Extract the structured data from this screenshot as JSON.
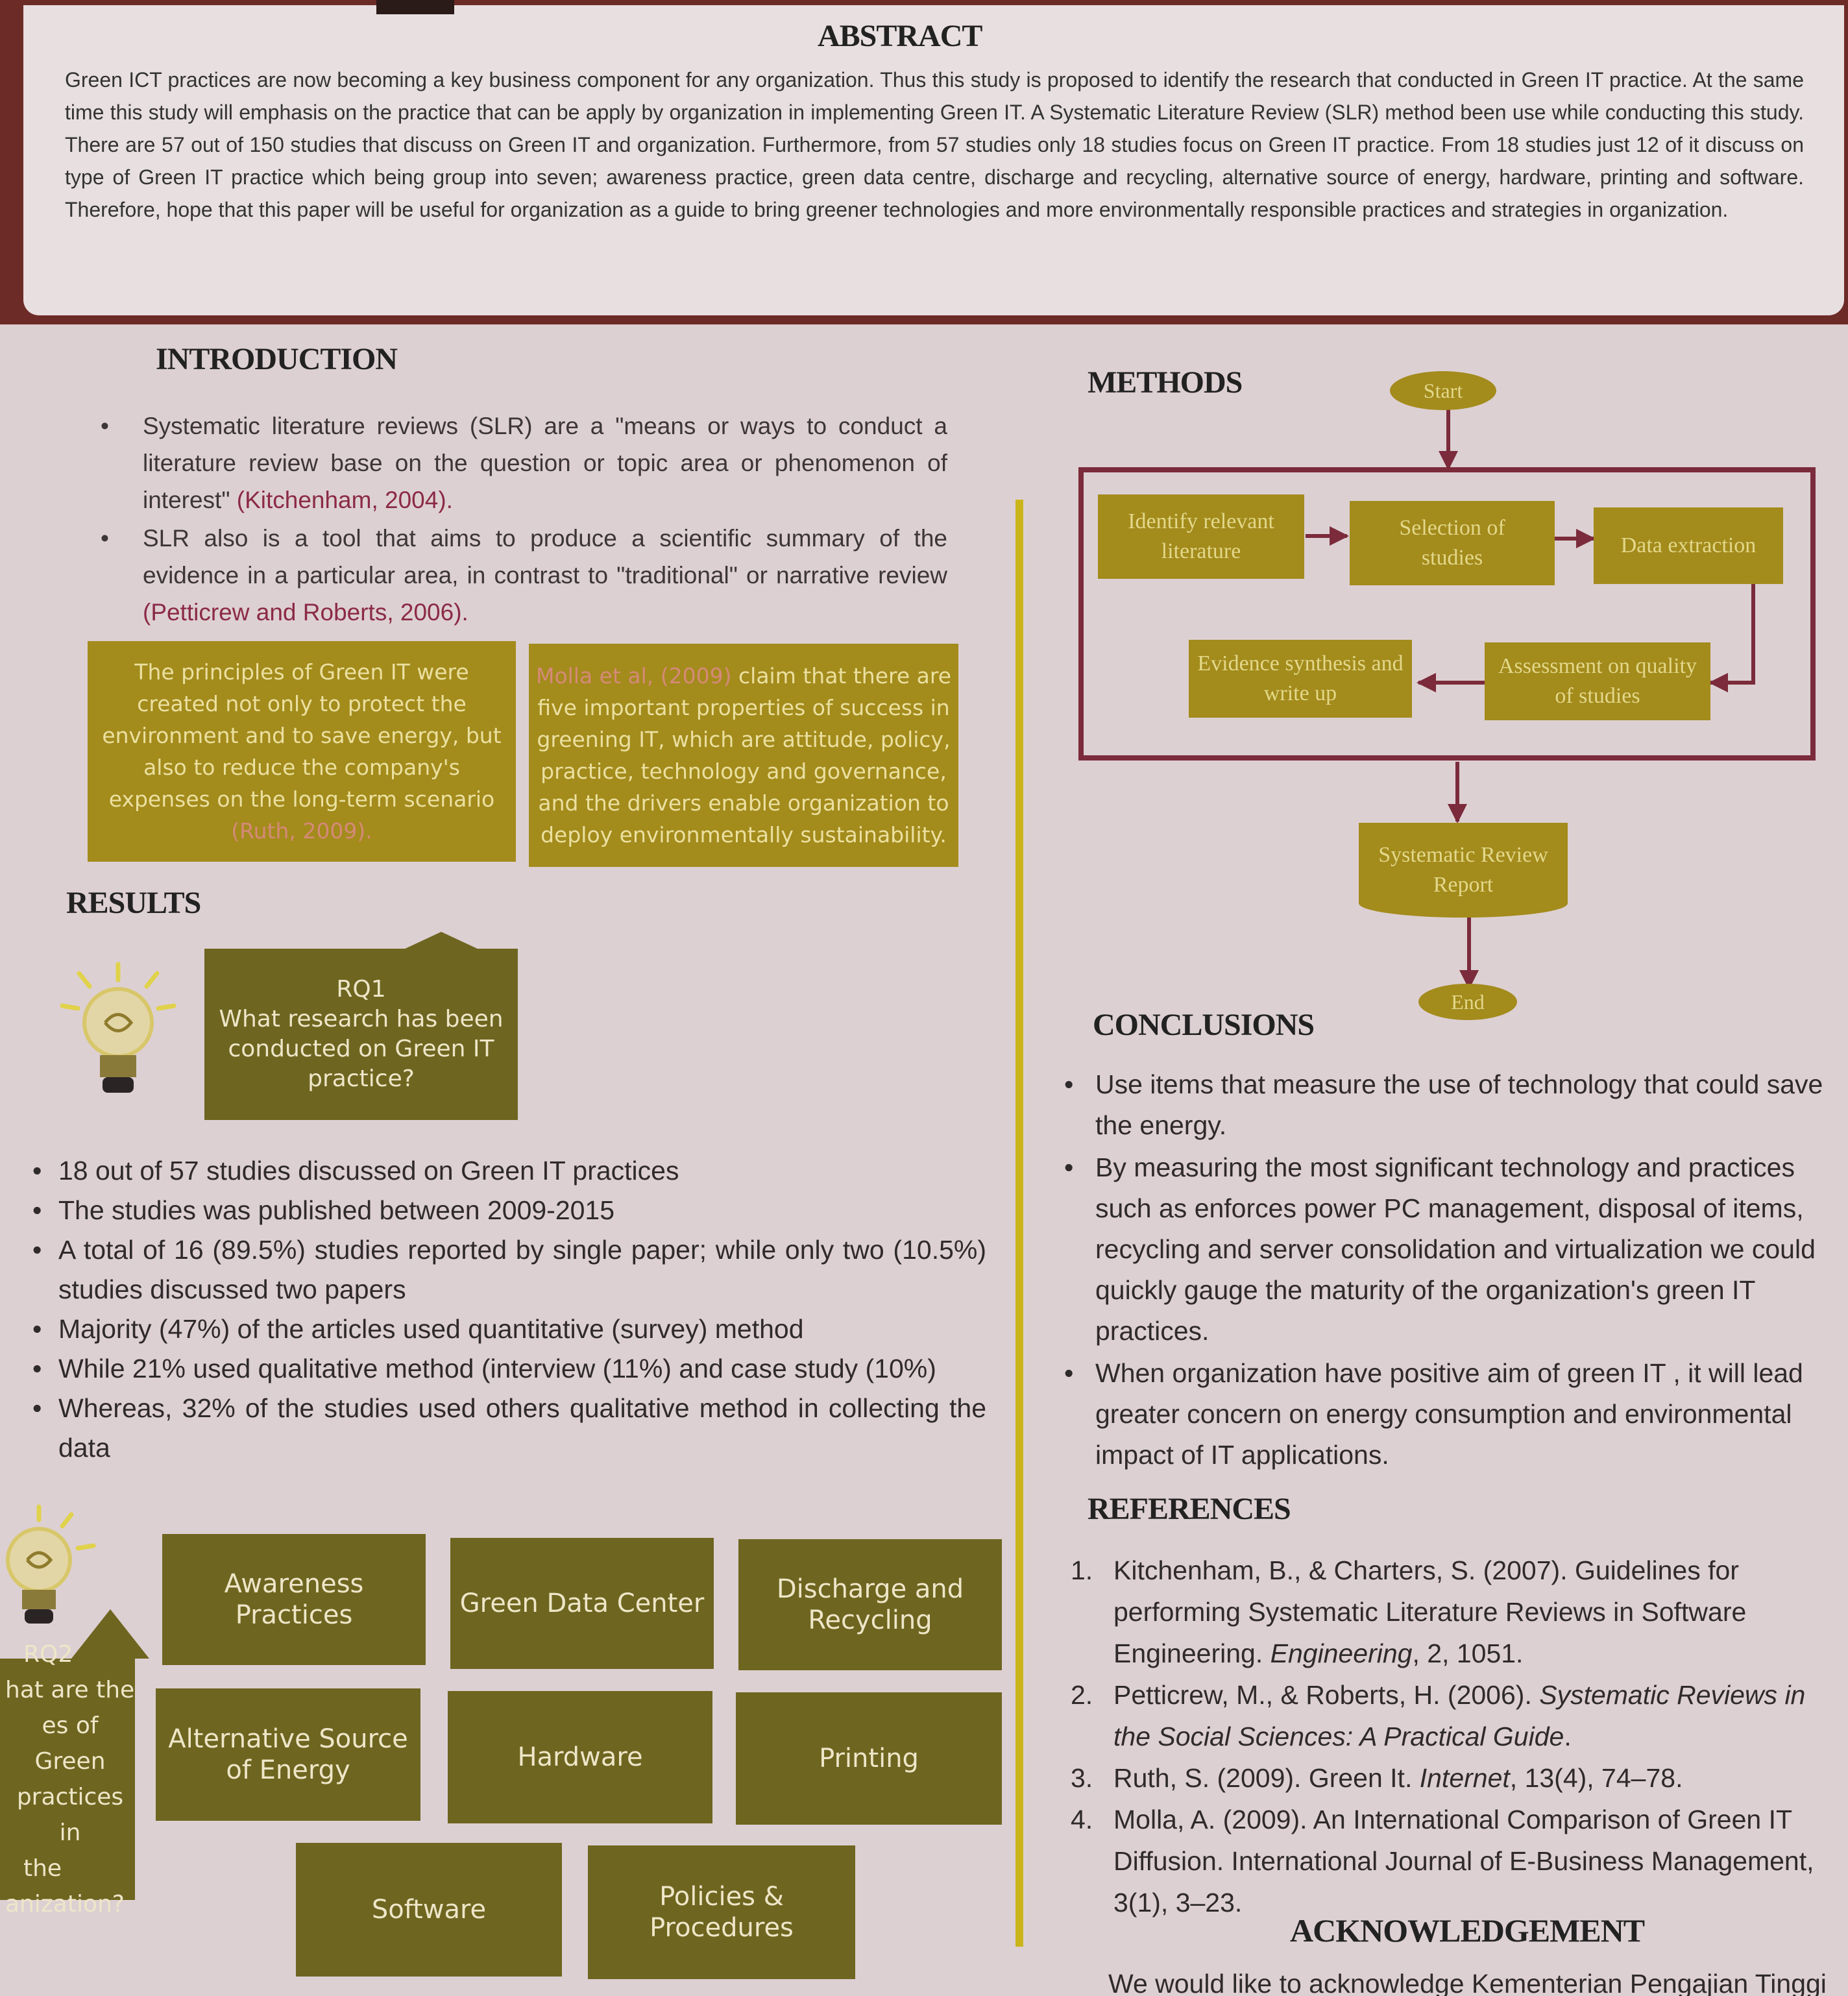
{
  "abstract": {
    "heading": "ABSTRACT",
    "text": "Green ICT practices are now becoming a key business component for any organization. Thus this study is proposed to identify the research that conducted in Green IT practice. At the same time this study will emphasis on the practice that can be apply by organization in implementing Green IT. A Systematic Literature Review (SLR) method been use while conducting this study. There are 57 out of 150 studies that discuss on Green IT and organization. Furthermore, from 57 studies only 18 studies focus on Green IT practice. From 18 studies just 12 of it discuss on type of Green IT practice which being group into seven; awareness practice, green data centre, discharge and recycling, alternative source of energy, hardware, printing and software. Therefore, hope that this paper will be useful for organization as a guide to bring greener technologies and more environmentally responsible practices and strategies in organization."
  },
  "introduction": {
    "heading": "INTRODUCTION",
    "bullet1_text": "Systematic literature reviews (SLR) are a \"means or ways to conduct a literature review base on the question or topic area or phenomenon of interest\" ",
    "bullet1_cite": "(Kitchenham, 2004).",
    "bullet2_text": "SLR also is a tool that aims to produce a scientific summary of the evidence in a particular area, in contrast to \"traditional\" or narrative review ",
    "bullet2_cite": "(Petticrew and Roberts, 2006).",
    "principle_box": "The principles of Green  IT were created not only  to protect the environment and to save energy, but also to reduce the company's expenses on the long-term scenario",
    "principle_cite": "(Ruth, 2009).",
    "molla_cite": "Molla et al, (2009)",
    "molla_text": " claim that there are five important properties of success in greening IT, which are attitude, policy, practice, technology and governance, and the drivers enable organization to deploy environmentally sustainability."
  },
  "results": {
    "heading": "RESULTS",
    "rq1_label": "RQ1",
    "rq1_question": "What research has been conducted on Green IT practice?",
    "bullets": [
      "18 out of 57 studies discussed on Green IT practices",
      "The studies was published between 2009-2015",
      "A total of 16 (89.5%) studies reported by single paper; while only two (10.5%) studies discussed two papers",
      "Majority (47%) of the articles used quantitative (survey) method",
      "While 21% used qualitative method (interview (11%) and case study (10%)",
      "Whereas, 32% of the studies used others qualitative method in collecting the data"
    ],
    "rq2_label": "RQ2",
    "rq2_lines": [
      "hat are the",
      "es of Green",
      "practices in",
      "the",
      "anization?"
    ],
    "categories": [
      "Awareness Practices",
      "Green Data Center",
      "Discharge and Recycling",
      "Alternative Source of Energy",
      "Hardware",
      "Printing",
      "Software",
      "Policies & Procedures"
    ]
  },
  "methods": {
    "heading": "METHODS",
    "start": "Start",
    "end": "End",
    "steps": [
      "Identify relevant literature",
      "Selection of studies",
      "Data extraction",
      "Assessment on quality of studies",
      "Evidence synthesis and write up"
    ],
    "report": "Systematic Review Report"
  },
  "conclusions": {
    "heading": "CONCLUSIONS",
    "bullets": [
      "Use items that measure the use of technology that could save the energy.",
      "By measuring the most significant technology and practices such as enforces power PC management, disposal of items, recycling and server consolidation and virtualization we could quickly gauge the maturity of the organization's green IT practices.",
      "When organization have positive aim of green IT , it will lead greater concern on energy consumption and environmental impact of IT applications."
    ]
  },
  "references": {
    "heading": "REFERENCES",
    "items": [
      {
        "num": "1.",
        "text": "Kitchenham, B., & Charters, S. (2007). Guidelines for performing Systematic Literature Reviews in Software Engineering. ",
        "italic": "Engineering",
        "tail": ", 2, 1051."
      },
      {
        "num": "2.",
        "text": "Petticrew, M., & Roberts, H. (2006). ",
        "italic": "Systematic Reviews in the Social Sciences: A Practical Guide",
        "tail": "."
      },
      {
        "num": "3.",
        "text": "Ruth, S. (2009). Green It. ",
        "italic": "Internet",
        "tail": ", 13(4), 74–78."
      },
      {
        "num": "4.",
        "text": "Molla, A. (2009). An International Comparison of Green IT Diffusion. International Journal of E-Business Management, 3(1), 3–23.",
        "italic": "",
        "tail": ""
      }
    ]
  },
  "acknowledgement": {
    "heading": "ACKNOWLEDGEMENT",
    "text": "We would like to acknowledge Kementerian Pengajian Tinggi"
  },
  "colors": {
    "olive": "#a38b1c",
    "olive_dark": "#6e6520",
    "maroon": "#7b2b3b",
    "background": "#ddd0d3"
  }
}
